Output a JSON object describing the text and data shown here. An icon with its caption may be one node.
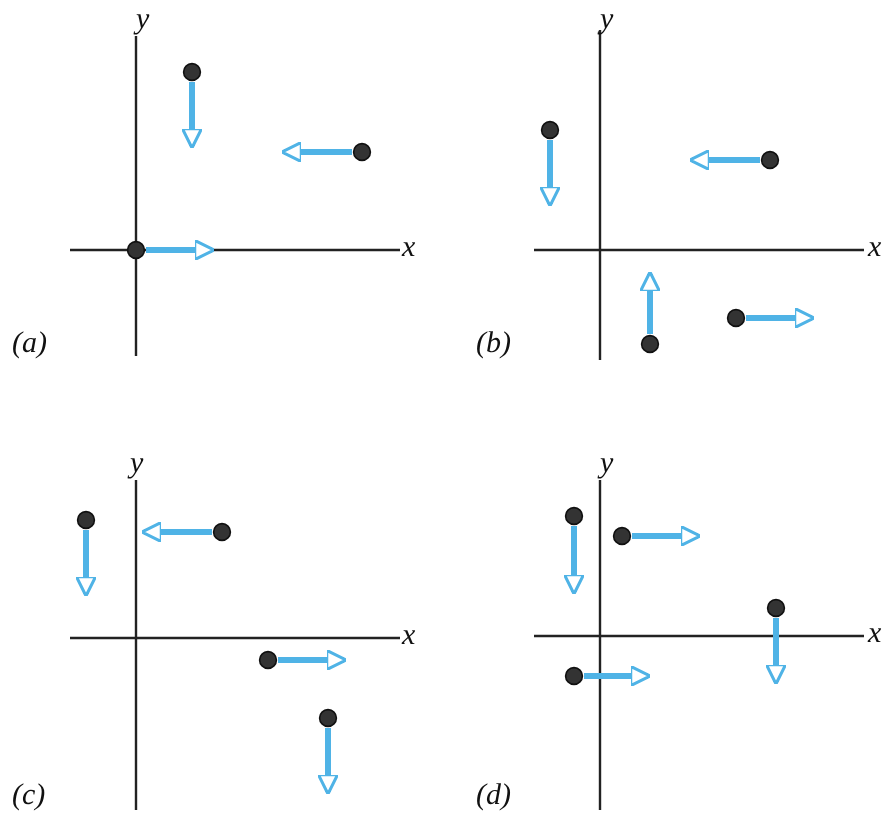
{
  "diagram": {
    "labels": [
      "y",
      "y",
      "x",
      "x",
      "(a)",
      "(b)",
      "y",
      "y",
      "x",
      "x",
      "(c)",
      "(d)"
    ]
  }
}
